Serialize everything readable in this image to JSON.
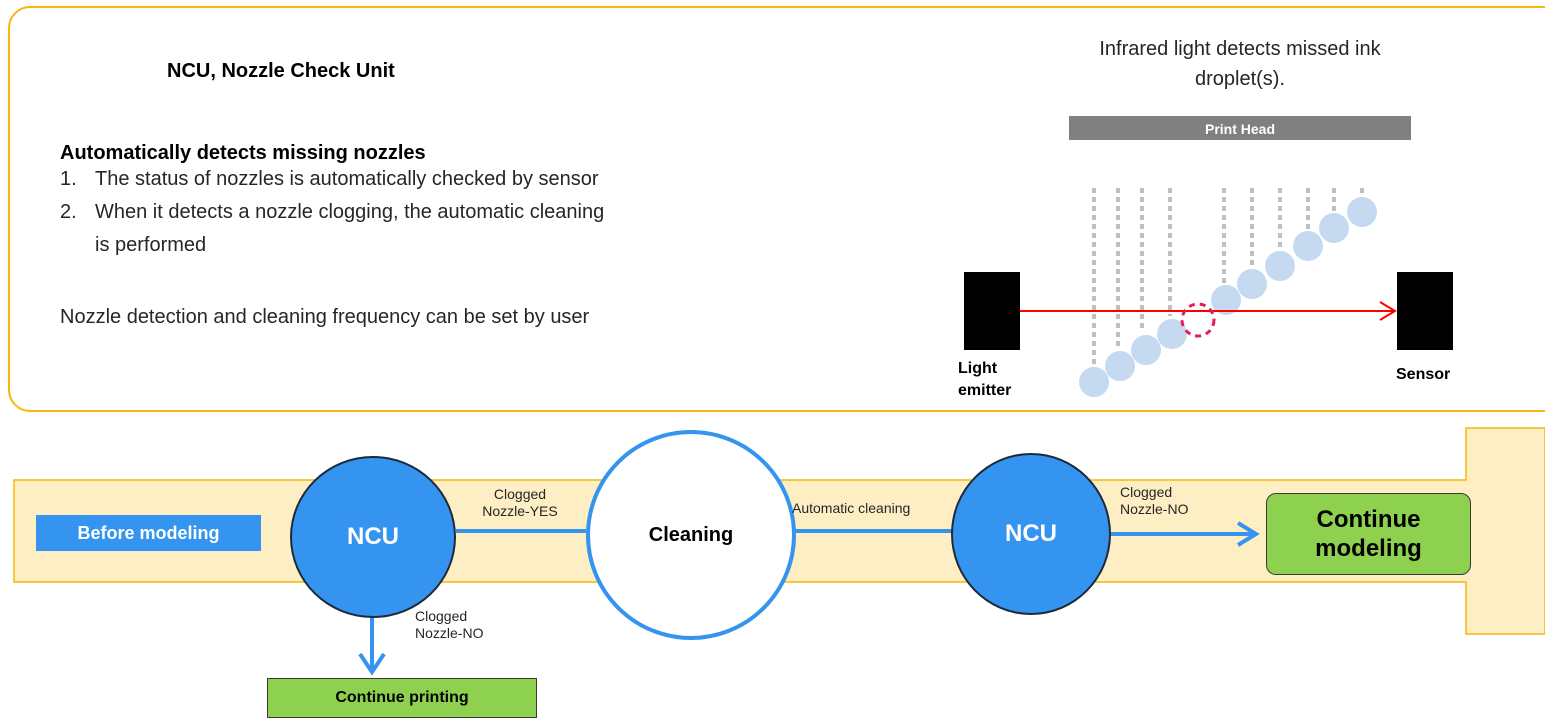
{
  "panel": {
    "title": "NCU, Nozzle Check Unit",
    "subtitle": "Automatically detects missing nozzles",
    "steps": [
      {
        "num": "1.",
        "lines": [
          "The status of nozzles is automatically checked by sensor"
        ]
      },
      {
        "num": "2.",
        "lines": [
          "When it detects a nozzle clogging, the automatic cleaning",
          "is performed"
        ]
      }
    ],
    "note": "Nozzle detection and cleaning frequency can be set by user"
  },
  "illustration": {
    "caption_lines": [
      "Infrared light detects missed ink",
      "droplet(s)."
    ],
    "print_head": "Print Head",
    "emitter_label_lines": [
      "Light",
      "emitter"
    ],
    "sensor_label": "Sensor"
  },
  "flow": {
    "start": "Before modeling",
    "ncu1": "NCU",
    "cleaning": "Cleaning",
    "ncu2": "NCU",
    "yes_label_lines": [
      "Clogged",
      "Nozzle-YES"
    ],
    "auto_label": "Automatic cleaning",
    "no_label_1_lines": [
      "Clogged",
      "Nozzle-NO"
    ],
    "no_label_2_lines": [
      "Clogged",
      "Nozzle-NO"
    ],
    "continue_modeling_lines": [
      "Continue",
      "modeling"
    ],
    "continue_printing": "Continue printing"
  },
  "colors": {
    "panel_border": "#f3b90c",
    "arrow_fill": "#fdeec4",
    "node_blue": "#3594f0",
    "result_green": "#8dd14f",
    "laser_red": "#ff0000",
    "droplet": "#c5d9f1"
  }
}
